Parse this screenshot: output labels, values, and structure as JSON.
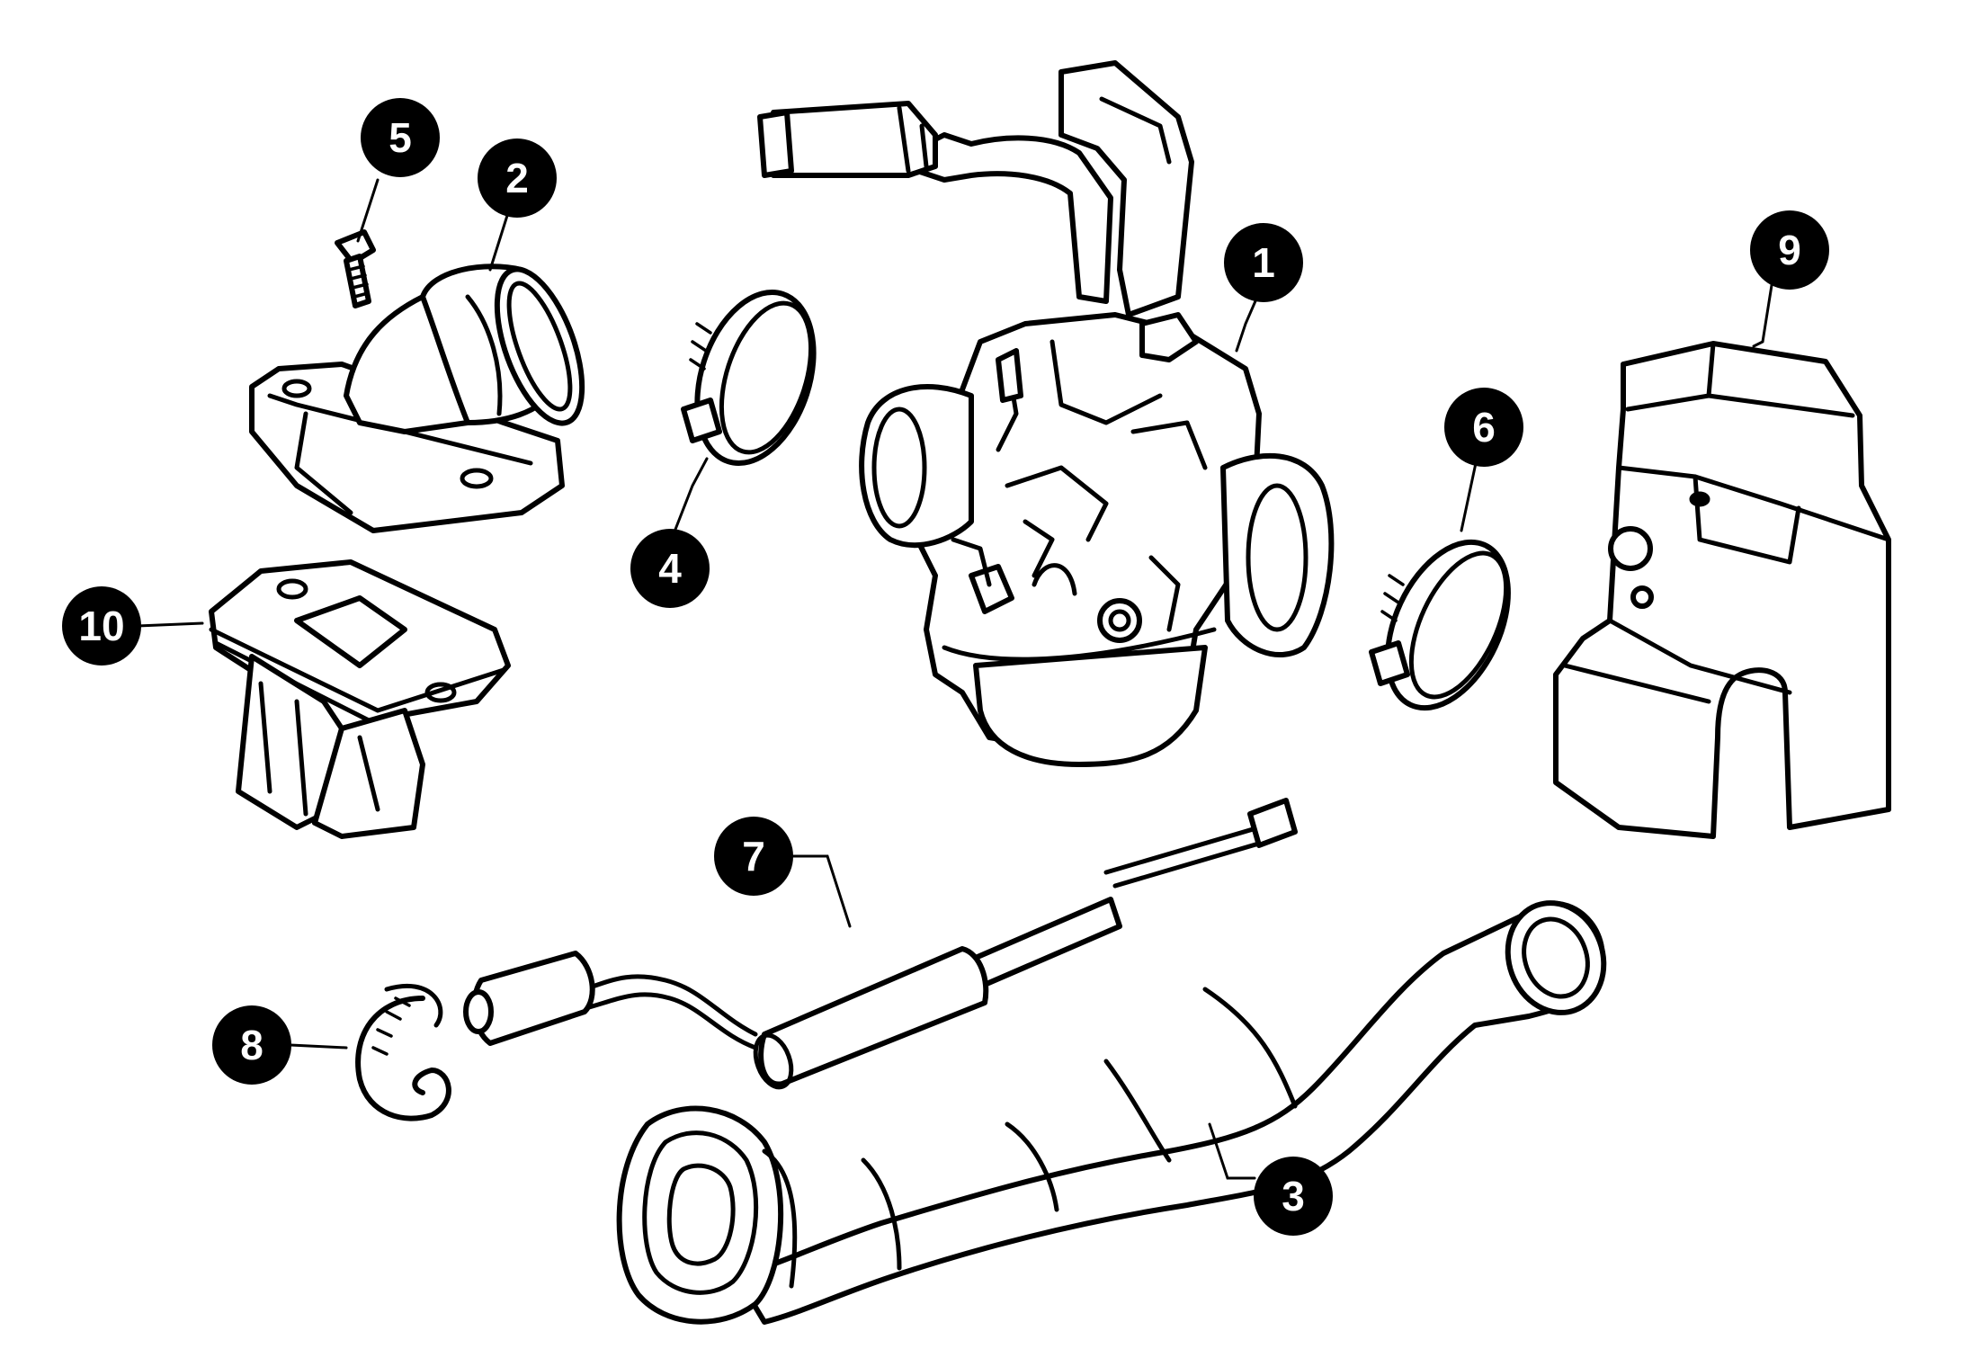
{
  "callouts": [
    {
      "id": "c1",
      "label": "1"
    },
    {
      "id": "c2",
      "label": "2"
    },
    {
      "id": "c3",
      "label": "3"
    },
    {
      "id": "c4",
      "label": "4"
    },
    {
      "id": "c5",
      "label": "5"
    },
    {
      "id": "c6",
      "label": "6"
    },
    {
      "id": "c7",
      "label": "7"
    },
    {
      "id": "c8",
      "label": "8"
    },
    {
      "id": "c9",
      "label": "9"
    },
    {
      "id": "c10",
      "label": "10"
    }
  ],
  "colors": {
    "line": "#000000",
    "background": "#ffffff",
    "callout_fill": "#000000",
    "callout_text": "#ffffff"
  }
}
